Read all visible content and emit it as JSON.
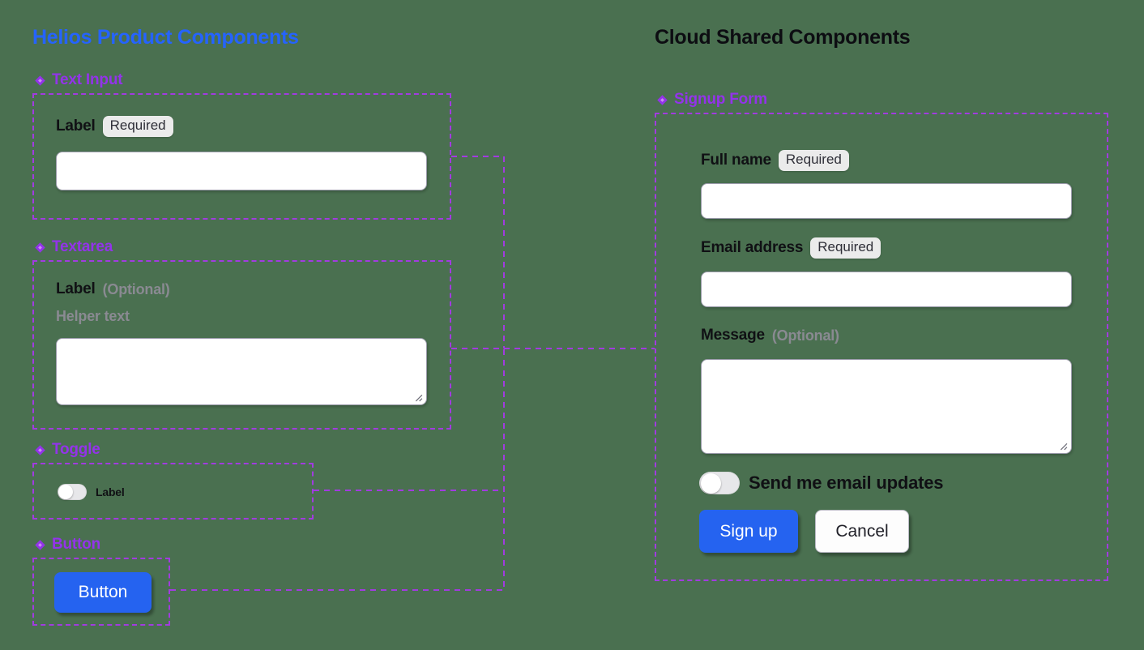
{
  "background_color": "#4a7050",
  "accent_colors": {
    "helios_title": "#2563ff",
    "cloud_title": "#0d0d12",
    "section_label": "#9333ea",
    "frame_border": "#a23be0",
    "primary_button": "#2563f0"
  },
  "left_panel": {
    "title": "Helios Product Components",
    "sections": [
      {
        "icon": "diamond-icon",
        "label": "Text Input",
        "field": {
          "label": "Label",
          "badge": "Required",
          "badge_kind": "required",
          "input_value": "",
          "input_placeholder": ""
        }
      },
      {
        "icon": "diamond-icon",
        "label": "Textarea",
        "field": {
          "label": "Label",
          "badge": "(Optional)",
          "badge_kind": "optional",
          "helper_text": "Helper text",
          "input_value": "",
          "input_placeholder": ""
        }
      },
      {
        "icon": "diamond-icon",
        "label": "Toggle",
        "field": {
          "toggle_label": "Label",
          "toggle_state": "off"
        }
      },
      {
        "icon": "diamond-icon",
        "label": "Button",
        "field": {
          "button_label": "Button"
        }
      }
    ]
  },
  "right_panel": {
    "title": "Cloud Shared Components",
    "section": {
      "icon": "diamond-icon",
      "label": "Signup Form"
    },
    "form": {
      "fields": [
        {
          "label": "Full name",
          "badge": "Required",
          "badge_kind": "required",
          "control": "input",
          "value": "",
          "placeholder": ""
        },
        {
          "label": "Email address",
          "badge": "Required",
          "badge_kind": "required",
          "control": "input",
          "value": "",
          "placeholder": ""
        },
        {
          "label": "Message",
          "badge": "(Optional)",
          "badge_kind": "optional",
          "control": "textarea",
          "value": "",
          "placeholder": ""
        }
      ],
      "toggle": {
        "label": "Send me email updates",
        "state": "off"
      },
      "actions": {
        "submit_label": "Sign up",
        "cancel_label": "Cancel"
      }
    }
  }
}
